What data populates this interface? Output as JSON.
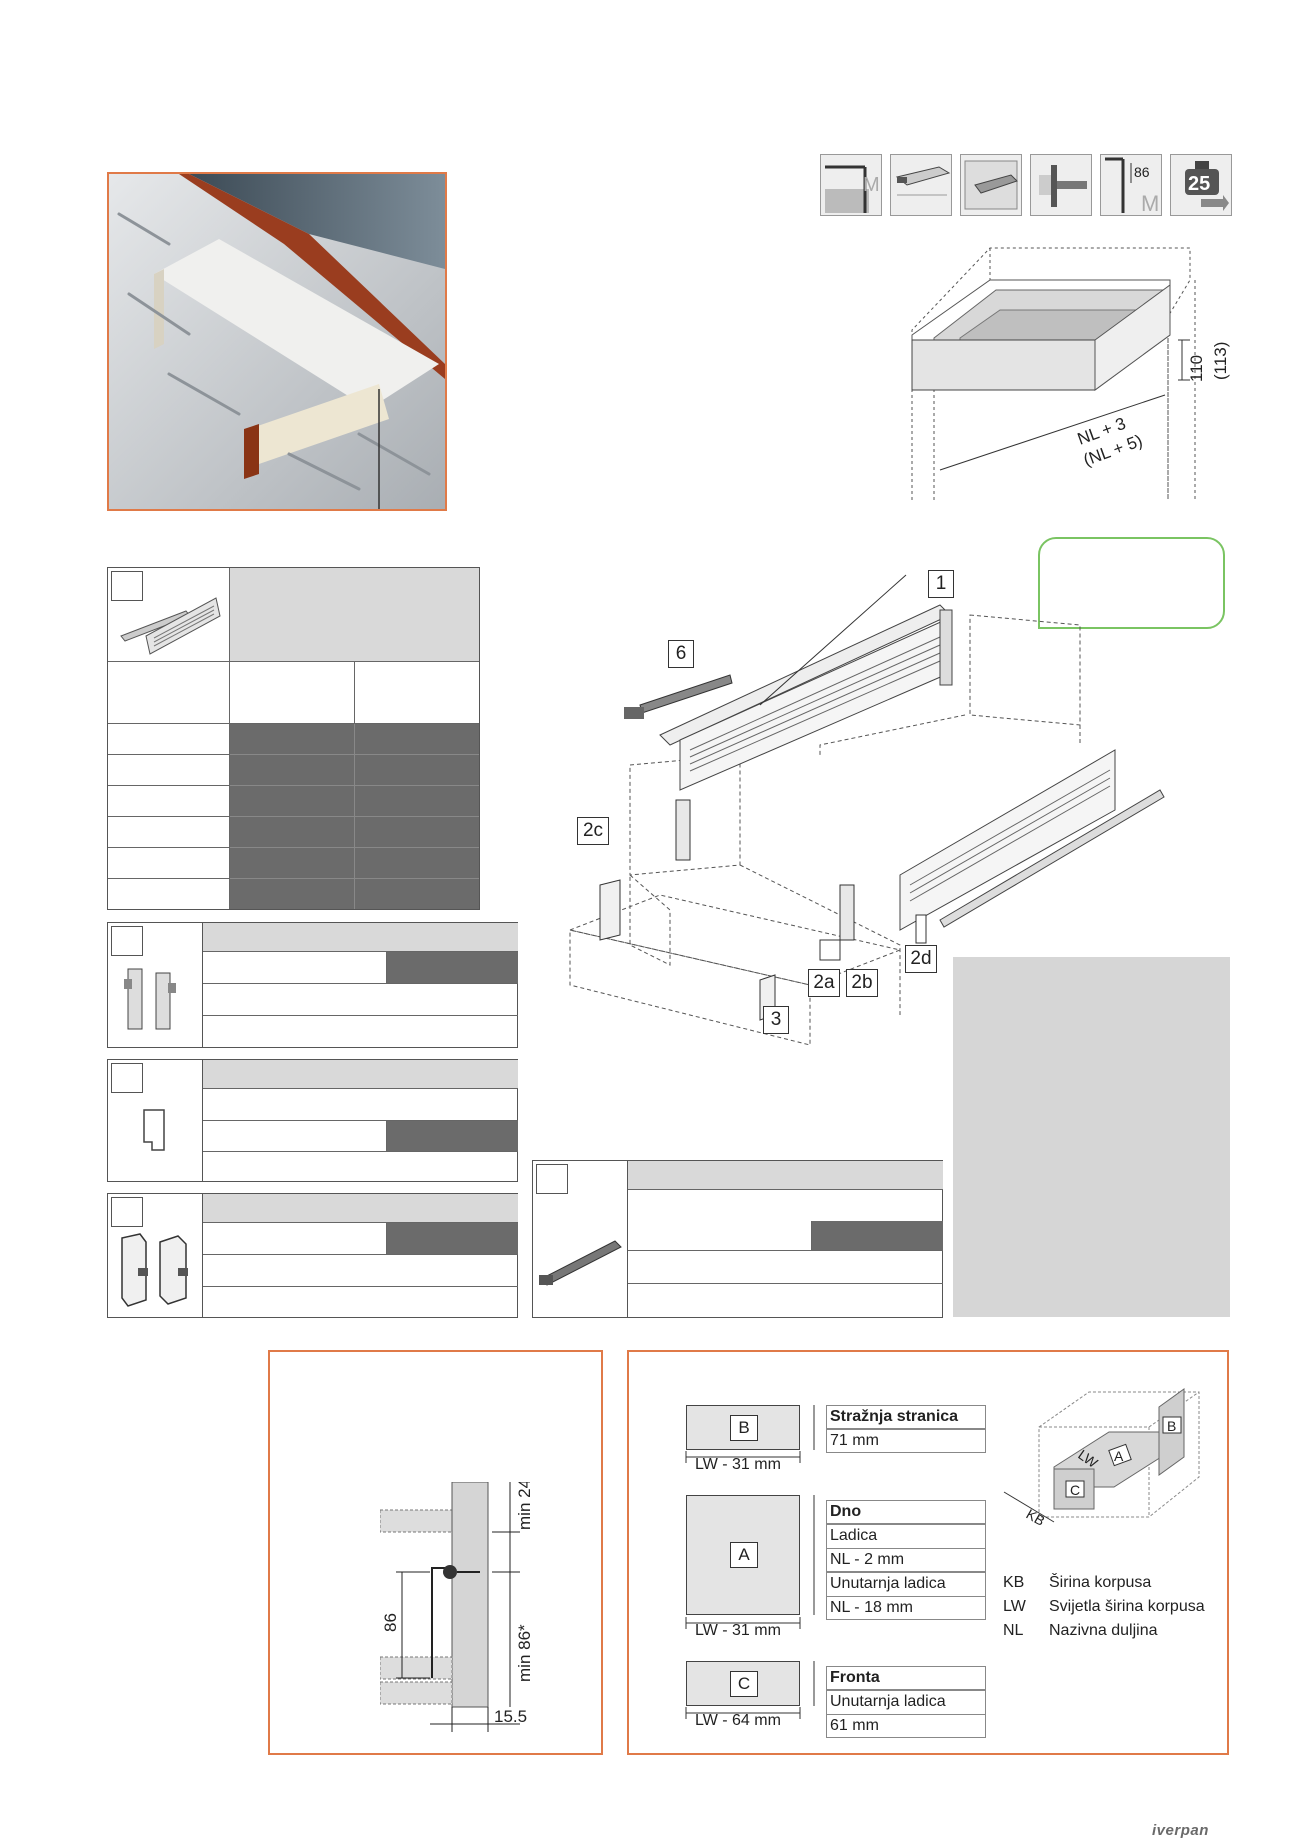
{
  "icons": [
    {
      "name": "wall-cabinet-icon"
    },
    {
      "name": "drawer-profile-icon"
    },
    {
      "name": "drawer-in-cabinet-icon"
    },
    {
      "name": "rail-mount-icon"
    },
    {
      "name": "height-86-icon",
      "text": "86"
    },
    {
      "name": "load-25-icon",
      "text": "25"
    }
  ],
  "cabinet_diagram": {
    "height_label": "110",
    "height_label_alt": "(113)",
    "width_label": "NL + 3",
    "width_label_alt": "(NL + 5)"
  },
  "callouts": [
    "1",
    "6",
    "2c",
    "2a",
    "2b",
    "2d",
    "3"
  ],
  "profile_section": {
    "min_top": "min 24",
    "height": "86",
    "min_height": "min 86*",
    "offset": "15.5"
  },
  "parts": {
    "back": {
      "letter": "B",
      "width": "LW - 31 mm",
      "title": "Stražnja stranica",
      "value": "71 mm"
    },
    "bottom": {
      "letter": "A",
      "width": "LW - 31 mm",
      "title": "Dno",
      "line1": "Ladica",
      "line2": "NL - 2 mm",
      "line3": "Unutarnja ladica",
      "line4": "NL - 18 mm"
    },
    "front": {
      "letter": "C",
      "width": "LW - 64 mm",
      "title": "Fronta",
      "line1": "Unutarnja ladica",
      "line2": "61 mm"
    }
  },
  "iso_labels": {
    "lw": "LW",
    "kb": "KB",
    "a": "A",
    "b": "B",
    "c": "C"
  },
  "legend": [
    {
      "abbr": "KB",
      "text": "Širina korpusa"
    },
    {
      "abbr": "LW",
      "text": "Svijetla širina korpusa"
    },
    {
      "abbr": "NL",
      "text": "Nazivna duljina"
    }
  ],
  "logo": "iverpan"
}
